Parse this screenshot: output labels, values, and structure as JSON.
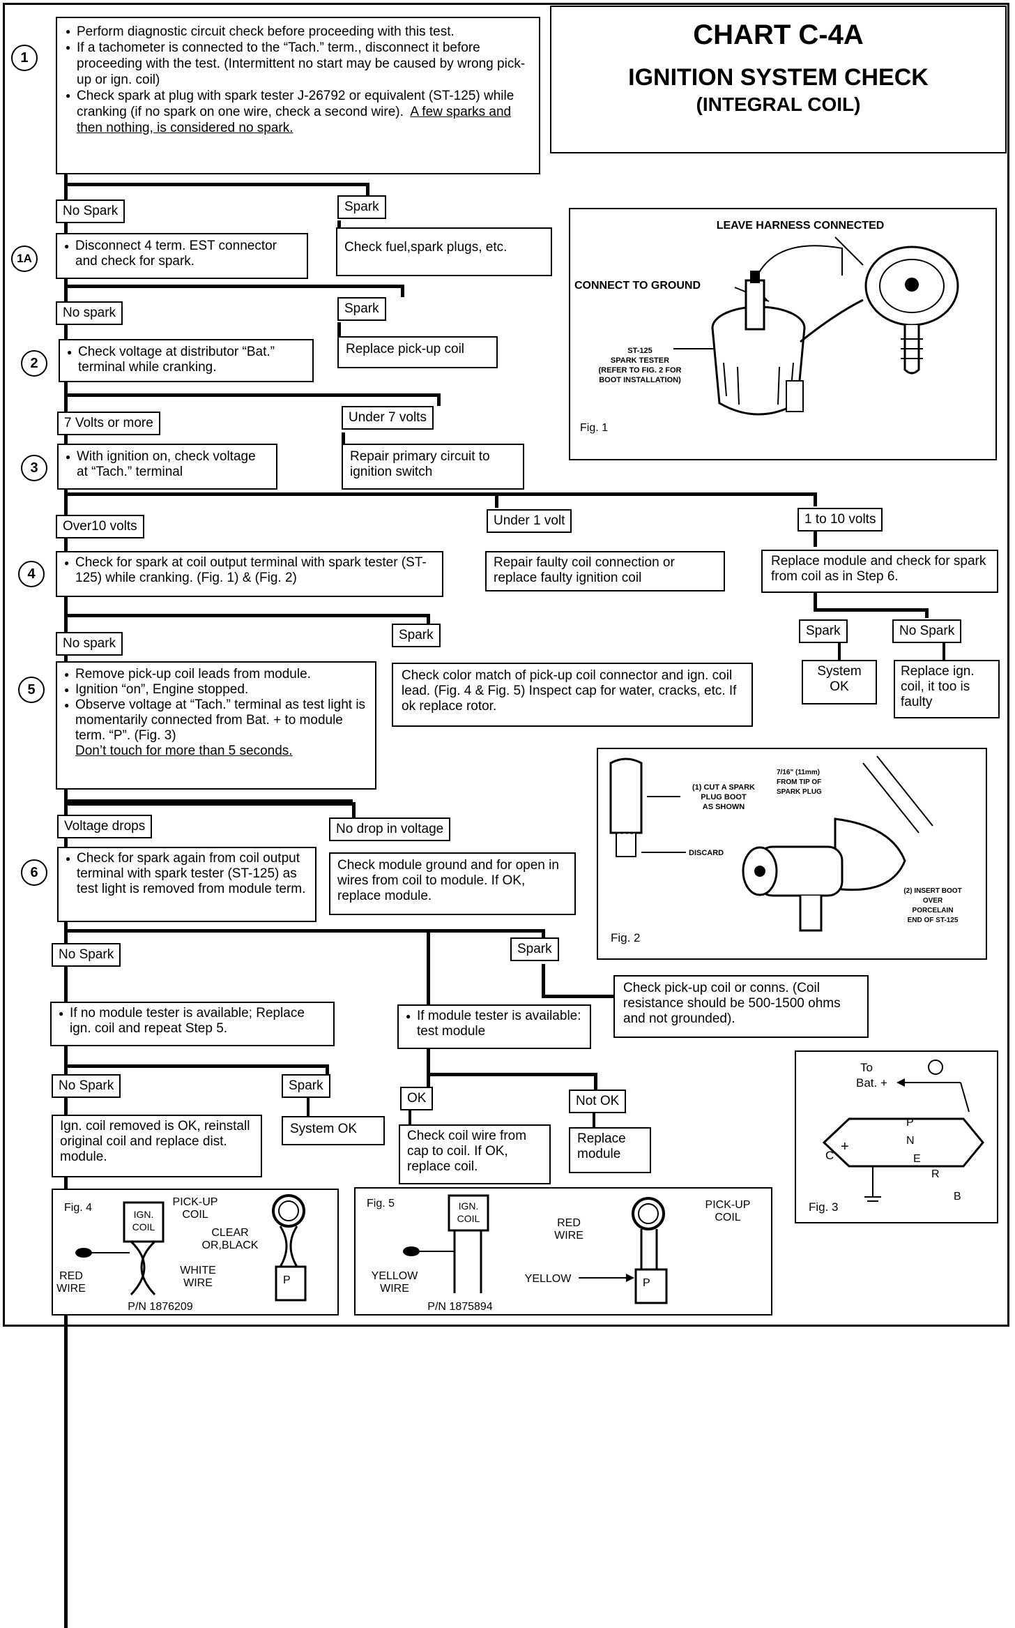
{
  "header": {
    "title": "CHART C-4A",
    "subtitle1": "IGNITION SYSTEM CHECK",
    "subtitle2": "(INTEGRAL COIL)"
  },
  "steps": {
    "s1": "1",
    "s1a": "1A",
    "s2": "2",
    "s3": "3",
    "s4": "4",
    "s5": "5",
    "s6": "6"
  },
  "box1": {
    "b1": "Perform diagnostic circuit check before proceeding with this test.",
    "b2": "If a tachometer is connected to the “Tach.” term., disconnect it before proceeding with the test. (Intermittent no start may be caused by wrong pick-up or ign. coil)",
    "b3a": "Check spark at plug with spark tester J-26792 or equivalent (ST-125) while cranking (if no spark on one wire, check a second wire).",
    "b3b": "A few sparks and then nothing, is considered no spark."
  },
  "row1": {
    "nospark": "No Spark",
    "spark": "Spark",
    "spark_action": "Check fuel,spark plugs, etc."
  },
  "box1a": "Disconnect 4 term. EST connector and check for spark.",
  "row1a": {
    "nospark": "No spark",
    "spark": "Spark",
    "spark_action": "Replace pick-up coil"
  },
  "box2": "Check voltage at distributor “Bat.” terminal while cranking.",
  "row2": {
    "seven": "7 Volts or more",
    "under7": "Under 7 volts",
    "under7_action": "Repair primary circuit to ignition switch"
  },
  "box3": "With ignition on, check voltage at “Tach.” terminal",
  "row3": {
    "over10": "Over10 volts",
    "under1": "Under 1 volt",
    "under1_action": "Repair faulty coil connection or replace faulty ignition coil",
    "one_to_ten": "1 to 10 volts",
    "one_to_ten_action": "Replace module and check for spark from coil as in Step 6.",
    "spark": "Spark",
    "nospark": "No Spark",
    "system_ok": "System OK",
    "replace_coil": "Replace ign. coil, it too is faulty"
  },
  "box4": "Check for spark at coil output terminal with spark tester (ST-125) while cranking. (Fig. 1) & (Fig. 2)",
  "row4": {
    "nospark": "No spark",
    "spark": "Spark",
    "spark_action": "Check color match of pick-up coil connector and ign. coil lead. (Fig. 4 & Fig. 5) Inspect cap for water, cracks, etc. If ok replace rotor."
  },
  "box5": {
    "b1": "Remove pick-up coil leads from module.",
    "b2": "Ignition “on”, Engine stopped.",
    "b3": "Observe voltage at “Tach.” terminal as test light is momentarily connected from Bat. + to module term. “P”. (Fig. 3)",
    "b4": "Don’t touch for more than 5 seconds."
  },
  "row5": {
    "drops": "Voltage drops",
    "nodrop": "No drop in voltage",
    "nodrop_action": "Check module ground and for open in wires from coil to module. If OK, replace module."
  },
  "box6": "Check for spark again from coil output terminal with spark tester (ST-125) as test light is removed from module term.",
  "row6": {
    "nospark": "No Spark",
    "spark": "Spark",
    "spark_action": "Check pick-up coil or conns. (Coil resistance should be 500-1500 ohms and not grounded)."
  },
  "row7": {
    "no_tester": "If no module tester is available; Replace ign. coil and repeat Step 5.",
    "tester": "If module tester is available: test module",
    "nospark": "No Spark",
    "spark": "Spark",
    "nospark_action": "Ign. coil removed is OK, reinstall original coil and replace dist. module.",
    "system_ok": "System OK",
    "ok": "OK",
    "notok": "Not OK",
    "ok_action": "Check coil wire from cap to coil. If OK, replace coil.",
    "notok_action": "Replace module"
  },
  "fig1": {
    "caption": "Fig. 1",
    "leave": "LEAVE HARNESS CONNECTED",
    "ground": "CONNECT TO GROUND",
    "tester1": "ST-125",
    "tester2": "SPARK TESTER",
    "tester3": "(REFER TO FIG. 2 FOR",
    "tester4": "BOOT INSTALLATION)"
  },
  "fig2": {
    "caption": "Fig. 2",
    "cut1": "(1) CUT A SPARK",
    "cut2": "PLUG BOOT",
    "cut3": "AS SHOWN",
    "discard": "DISCARD",
    "dim1": "7/16\" (11mm)",
    "dim2": "FROM TIP OF",
    "dim3": "SPARK PLUG",
    "ins1": "(2) INSERT BOOT",
    "ins2": "OVER",
    "ins3": "PORCELAIN",
    "ins4": "END OF ST-125"
  },
  "fig3": {
    "caption": "Fig. 3",
    "to": "To",
    "bat": "Bat. +",
    "p": "P",
    "n": "N",
    "e": "E",
    "r": "R",
    "b": "B",
    "c": "C",
    "plus": "+"
  },
  "fig4": {
    "caption": "Fig. 4",
    "ign1": "IGN.",
    "ign2": "COIL",
    "pickup1": "PICK-UP",
    "pickup2": "COIL",
    "clear1": "CLEAR",
    "clear2": "OR,BLACK",
    "red1": "RED",
    "red2": "WIRE",
    "white1": "WHITE",
    "white2": "WIRE",
    "p": "P",
    "pn": "P/N 1876209"
  },
  "fig5": {
    "caption": "Fig. 5",
    "ign1": "IGN.",
    "ign2": "COIL",
    "red1": "RED",
    "red2": "WIRE",
    "yellow_wire1": "YELLOW",
    "yellow_wire2": "WIRE",
    "pickup1": "PICK-UP",
    "pickup2": "COIL",
    "yellow": "YELLOW",
    "p": "P",
    "pn": "P/N 1875894"
  }
}
